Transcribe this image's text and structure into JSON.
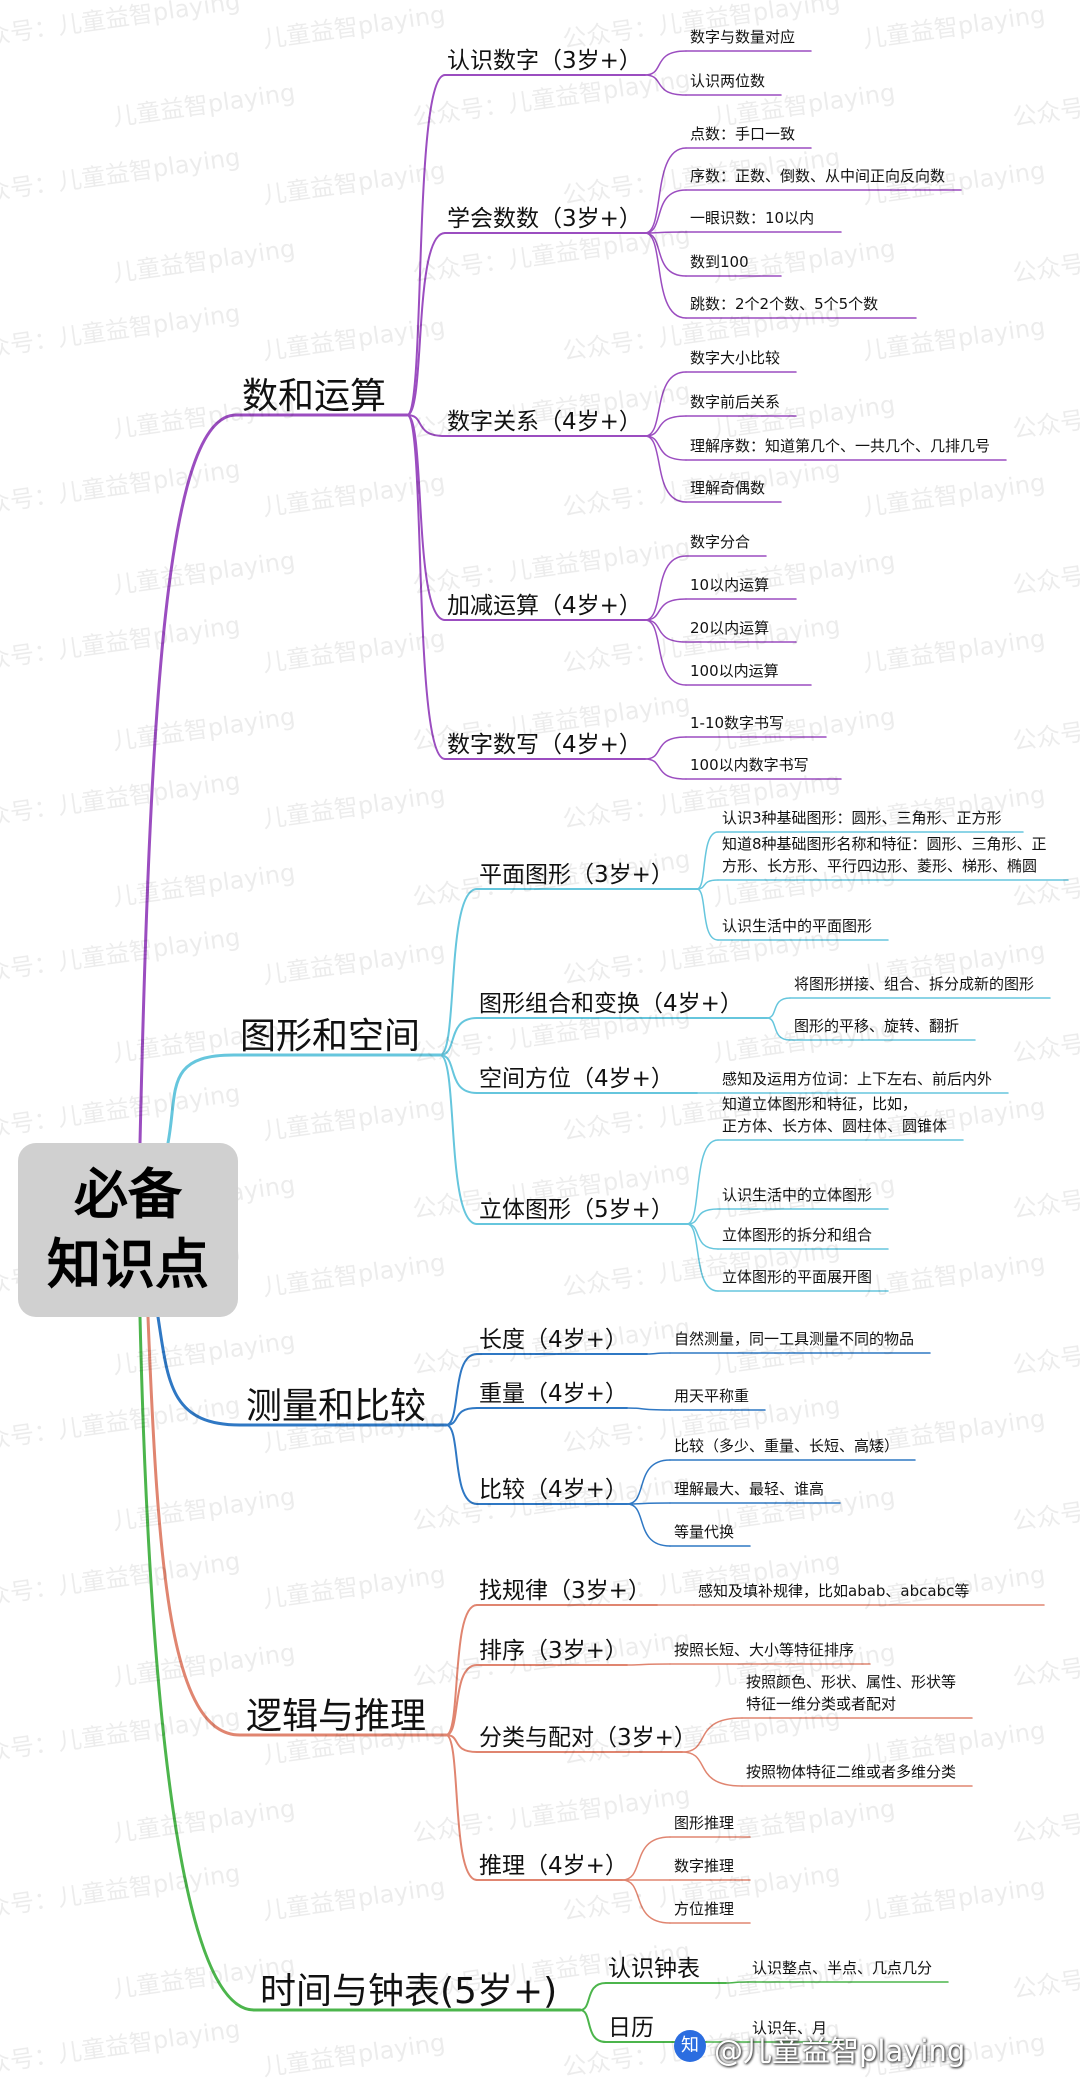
{
  "root": {
    "line1": "必备",
    "line2": "知识点"
  },
  "colors": {
    "num": "#9b4dc0",
    "shape": "#66c6dd",
    "measure": "#2f78c4",
    "logic": "#e08570",
    "time": "#4cb54c"
  },
  "watermark": {
    "texts": [
      "公众号：儿童益智playing",
      "儿童益智playing"
    ]
  },
  "footer": {
    "site": "知乎",
    "handle": "@儿童益智playing"
  },
  "branches": [
    {
      "label": "数和运算",
      "subs": [
        {
          "label": "认识数字（3岁+）",
          "leaves": [
            "数字与数量对应",
            "认识两位数"
          ]
        },
        {
          "label": "学会数数（3岁+）",
          "leaves": [
            "点数：手口一致",
            "序数：正数、倒数、从中间正向反向数",
            "一眼识数：10以内",
            "数到100",
            "跳数：2个2个数、5个5个数"
          ]
        },
        {
          "label": "数字关系（4岁+）",
          "leaves": [
            "数字大小比较",
            "数字前后关系",
            "理解序数：知道第几个、一共几个、几排几号",
            "理解奇偶数"
          ]
        },
        {
          "label": "加减运算（4岁+）",
          "leaves": [
            "数字分合",
            "10以内运算",
            "20以内运算",
            "100以内运算"
          ]
        },
        {
          "label": "数字数写（4岁+）",
          "leaves": [
            "1-10数字书写",
            "100以内数字书写"
          ]
        }
      ]
    },
    {
      "label": "图形和空间",
      "subs": [
        {
          "label": "平面图形（3岁+）",
          "leaves": [
            "认识3种基础图形：圆形、三角形、正方形",
            "知道8种基础图形名称和特征：圆形、三角形、正\n方形、长方形、平行四边形、菱形、梯形、椭圆",
            "认识生活中的平面图形"
          ]
        },
        {
          "label": "图形组合和变换（4岁+）",
          "leaves": [
            "将图形拼接、组合、拆分成新的图形",
            "图形的平移、旋转、翻折"
          ]
        },
        {
          "label": "空间方位（4岁+）",
          "leaves": [
            "感知及运用方位词：上下左右、前后内外"
          ]
        },
        {
          "label": "立体图形（5岁+）",
          "leaves": [
            "知道立体图形和特征，比如，\n正方体、长方体、圆柱体、圆锥体",
            "认识生活中的立体图形",
            "立体图形的拆分和组合",
            "立体图形的平面展开图"
          ]
        }
      ]
    },
    {
      "label": "测量和比较",
      "subs": [
        {
          "label": "长度（4岁+）",
          "leaves": [
            "自然测量，同一工具测量不同的物品"
          ]
        },
        {
          "label": "重量（4岁+）",
          "leaves": [
            "用天平称重"
          ]
        },
        {
          "label": "比较（4岁+）",
          "leaves": [
            "比较（多少、重量、长短、高矮）",
            "理解最大、最轻、谁高",
            "等量代换"
          ]
        }
      ]
    },
    {
      "label": "逻辑与推理",
      "subs": [
        {
          "label": "找规律（3岁+）",
          "leaves": [
            "感知及填补规律，比如abab、abcabc等"
          ]
        },
        {
          "label": "排序（3岁+）",
          "leaves": [
            "按照长短、大小等特征排序"
          ]
        },
        {
          "label": "分类与配对（3岁+）",
          "leaves": [
            "按照颜色、形状、属性、形状等\n特征一维分类或者配对",
            "按照物体特征二维或者多维分类"
          ]
        },
        {
          "label": "推理（4岁+）",
          "leaves": [
            "图形推理",
            "数字推理",
            "方位推理"
          ]
        }
      ]
    },
    {
      "label": "时间与钟表(5岁+)",
      "subs": [
        {
          "label": "认识钟表",
          "leaves": [
            "认识整点、半点、几点几分"
          ]
        },
        {
          "label": "日历",
          "leaves": [
            "认识年、月"
          ]
        }
      ]
    }
  ]
}
